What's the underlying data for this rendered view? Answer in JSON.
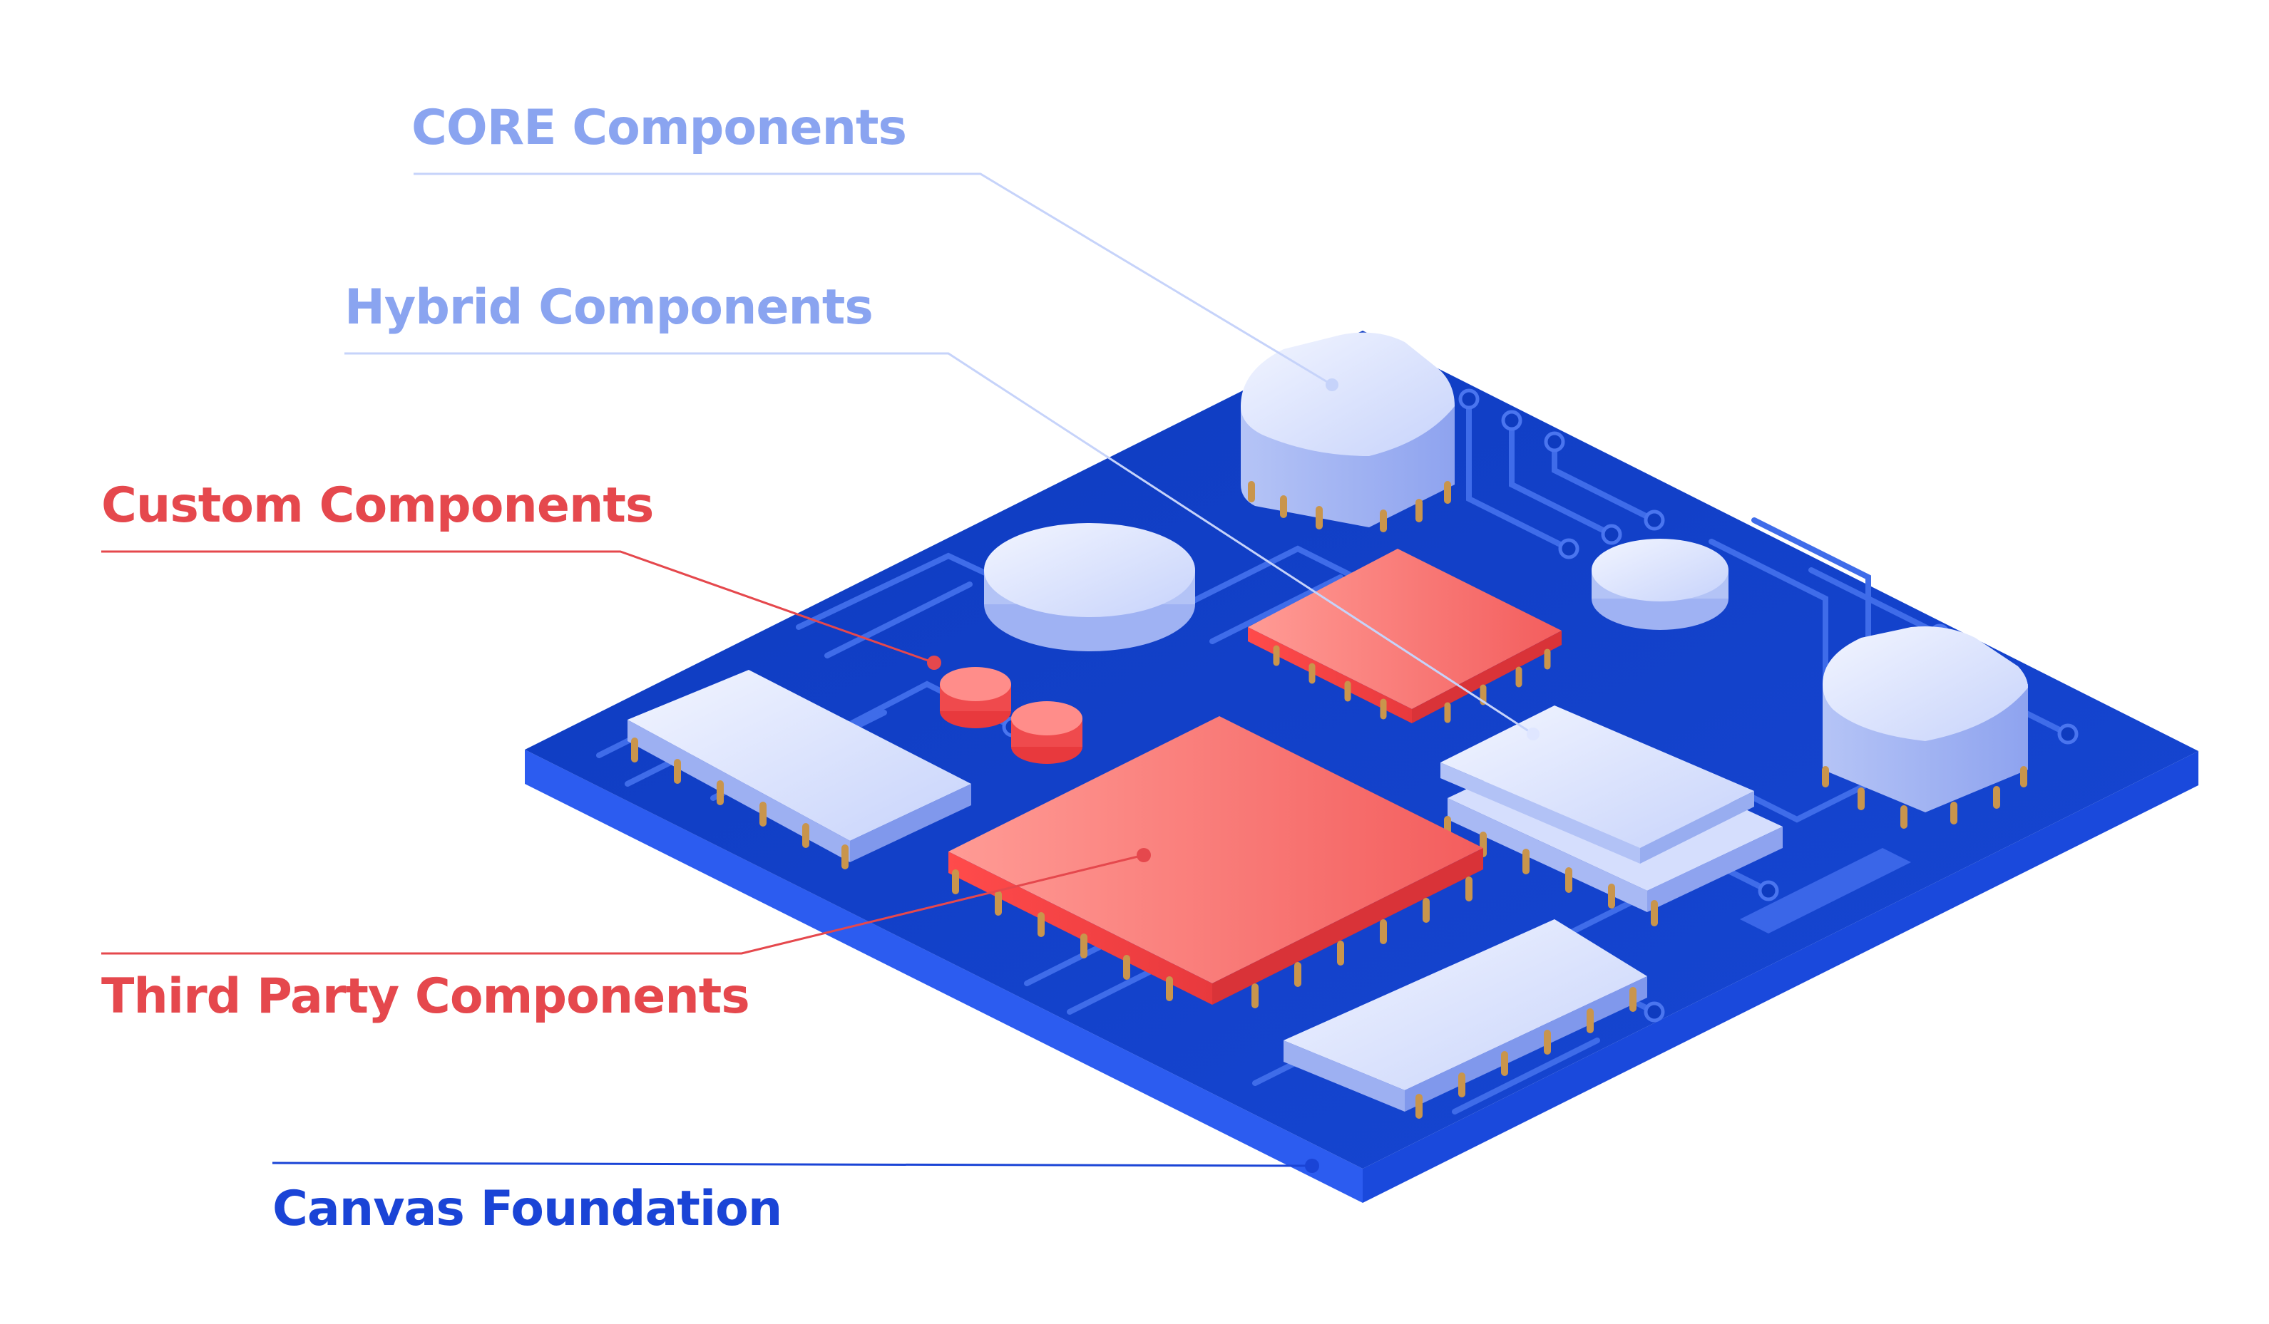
{
  "labels": {
    "core": "CORE Components",
    "hybrid": "Hybrid Components",
    "custom": "Custom Components",
    "third_party": "Third Party Components",
    "canvas": "Canvas Foundation"
  },
  "colors": {
    "core_label": "#8aa4f0",
    "hybrid_label": "#8aa4f0",
    "custom_label": "#e5484d",
    "third_party_label": "#e5484d",
    "canvas_label": "#1a44d6",
    "board_top": "#1240c9",
    "board_side": "#1f52e6",
    "trace": "#3a66e8",
    "chip_light": "#dfe6ff",
    "chip_red": "#f46b6b",
    "pin": "#c9954c"
  }
}
